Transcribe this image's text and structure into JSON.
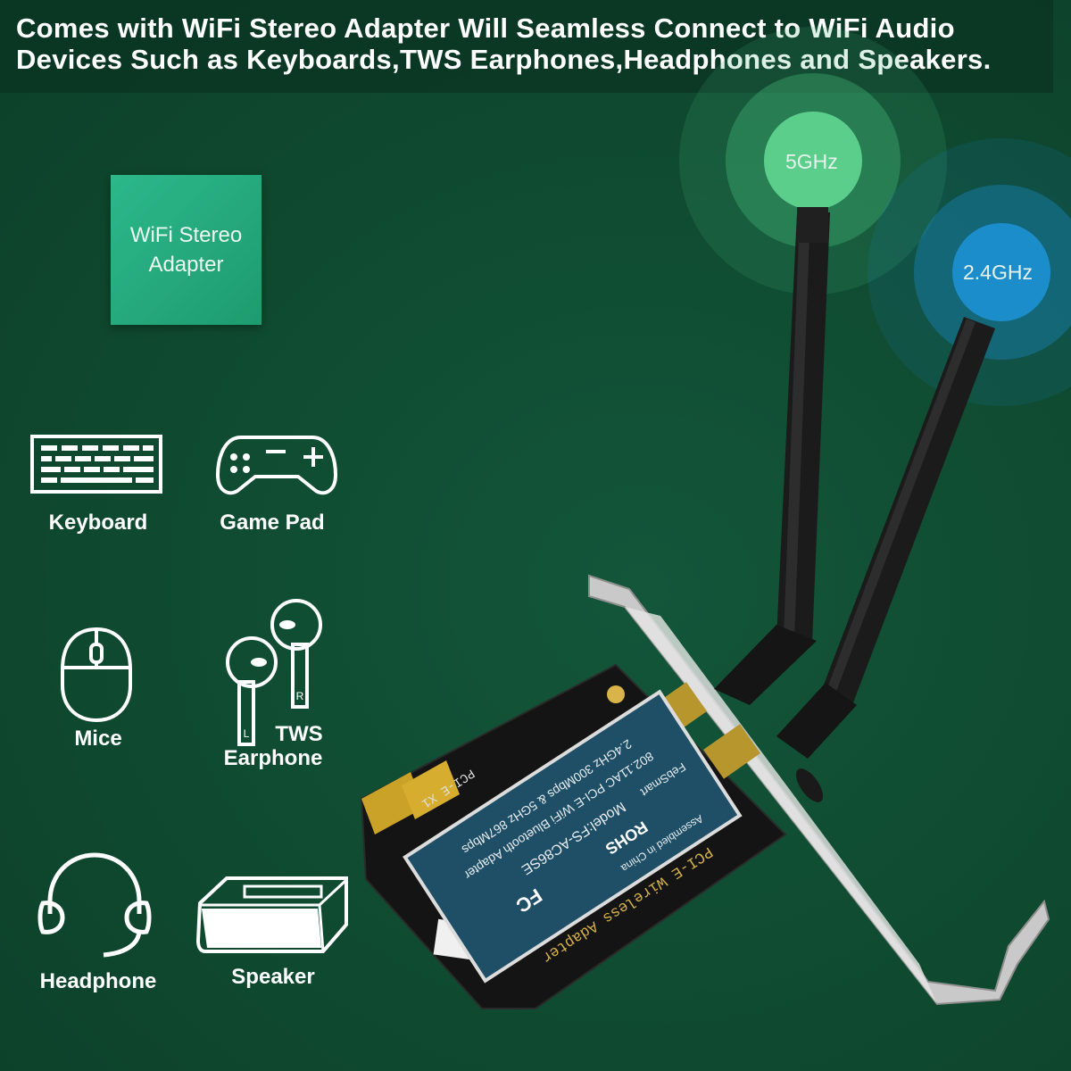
{
  "headline": {
    "line1": "Comes with WiFi Stereo Adapter Will Seamless Connect to WiFi Audio",
    "line2": "Devices Such as Keyboards,TWS Earphones,Headphones and Speakers."
  },
  "badge": {
    "line1": "WiFi Stereo",
    "line2": "Adapter"
  },
  "devices": {
    "keyboard": {
      "label": "Keyboard",
      "icon": "keyboard-icon"
    },
    "gamepad": {
      "label": "Game Pad",
      "icon": "gamepad-icon"
    },
    "mice": {
      "label": "Mice",
      "icon": "mouse-icon"
    },
    "earphone": {
      "line1": "TWS",
      "line2": "Earphone",
      "icon": "earbuds-icon",
      "left_mark": "L",
      "right_mark": "R"
    },
    "headphone": {
      "label": "Headphone",
      "icon": "headphone-icon"
    },
    "speaker": {
      "label": "Speaker",
      "icon": "speaker-icon"
    }
  },
  "signals": {
    "high": {
      "label": "5GHz",
      "color": "#5fd38f"
    },
    "low": {
      "label": "2.4GHz",
      "color": "#1c8fd0"
    }
  },
  "card": {
    "rohs": "ROHS",
    "fc": "FC",
    "model": "Model:FS-AC86SE",
    "brand": "FebSmart",
    "spec1": "2.4GHz 300Mbps & 5GHz 867Mbps",
    "spec2": "802.11AC PCI-E WiFi Bluetooth Adapter",
    "assembled": "Assembled in China",
    "board": "PCI-E Wireless Adapter",
    "slot": "PCI-E X1"
  },
  "colors": {
    "background": "#0f4a30",
    "badge": "#25a87c",
    "antenna": "#1a1a1a",
    "pcb": "#111111",
    "label": "#1f4f66"
  }
}
